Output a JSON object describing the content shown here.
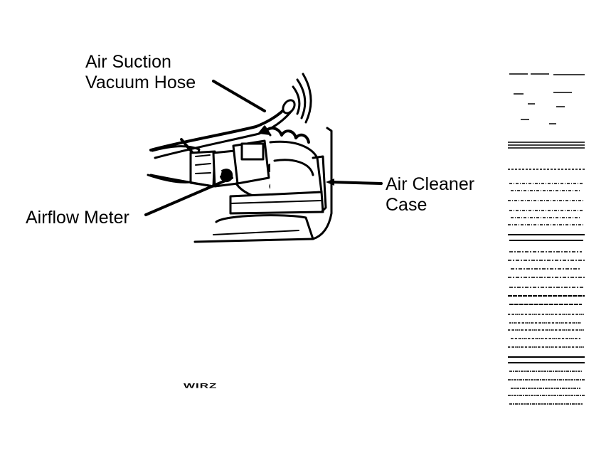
{
  "labels": {
    "hose": [
      "Air Suction",
      "Vacuum Hose"
    ],
    "cleaner": [
      "Air Cleaner",
      "Case"
    ],
    "meter": "Airflow Meter"
  },
  "figure_code": "WIRZ",
  "colors": {
    "ink": "#000000",
    "paper": "#ffffff"
  }
}
